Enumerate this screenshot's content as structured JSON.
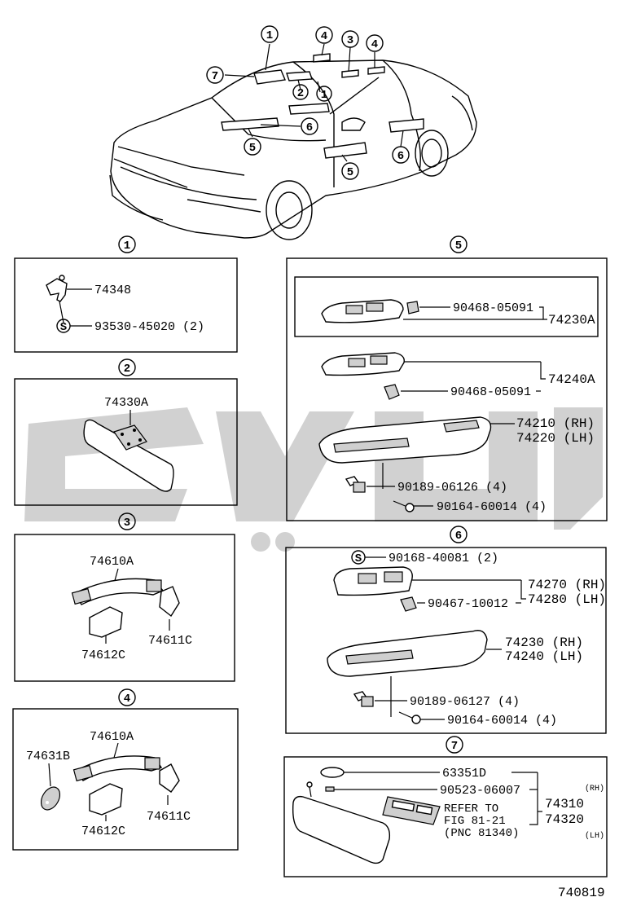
{
  "callouts": {
    "c1": "1",
    "c2": "2",
    "c3": "3",
    "c4": "4",
    "c5": "5",
    "c6": "6",
    "c7": "7"
  },
  "car_callouts": {
    "top_1": "1",
    "top_4a": "4",
    "top_3": "3",
    "top_4b": "4",
    "mid_7": "7",
    "mid_2": "2",
    "mid_1": "1",
    "mid_6a": "6",
    "mid_5a": "5",
    "mid_5b": "5",
    "mid_6b": "6"
  },
  "sec1": {
    "part_a": "74348",
    "clip_symbol": "S",
    "part_b": "93530-45020 (2)"
  },
  "sec2": {
    "part_a": "74330A"
  },
  "sec3": {
    "part_a": "74610A",
    "part_b": "74612C",
    "part_c": "74611C"
  },
  "sec4": {
    "part_a": "74610A",
    "part_b": "74631B",
    "part_c": "74612C",
    "part_d": "74611C"
  },
  "sec5": {
    "clip_a": "90468-05091",
    "assy_a": "74230A",
    "clip_b": "90468-05091",
    "assy_b": "74240A",
    "base_rh": "74210 (RH)",
    "base_lh": "74220 (LH)",
    "nut": "90189-06126 (4)",
    "screw": "90164-60014 (4)"
  },
  "sec6": {
    "clip_symbol": "S",
    "screw_top": "90168-40081 (2)",
    "switch_rh": "74270 (RH)",
    "switch_lh": "74280 (LH)",
    "clip": "90467-10012",
    "base_rh": "74230 (RH)",
    "base_lh": "74240 (LH)",
    "nut": "90189-06127 (4)",
    "screw": "90164-60014 (4)"
  },
  "sec7": {
    "lens": "63351D",
    "screw": "90523-06007",
    "visor_rh": "74310",
    "visor_lh": "74320",
    "rh_tag": "(RH)",
    "lh_tag": "(LH)",
    "ref_1": "REFER TO",
    "ref_2": "FIG 81-21",
    "ref_3": "(PNC 81340)"
  },
  "figure_code": "740819"
}
